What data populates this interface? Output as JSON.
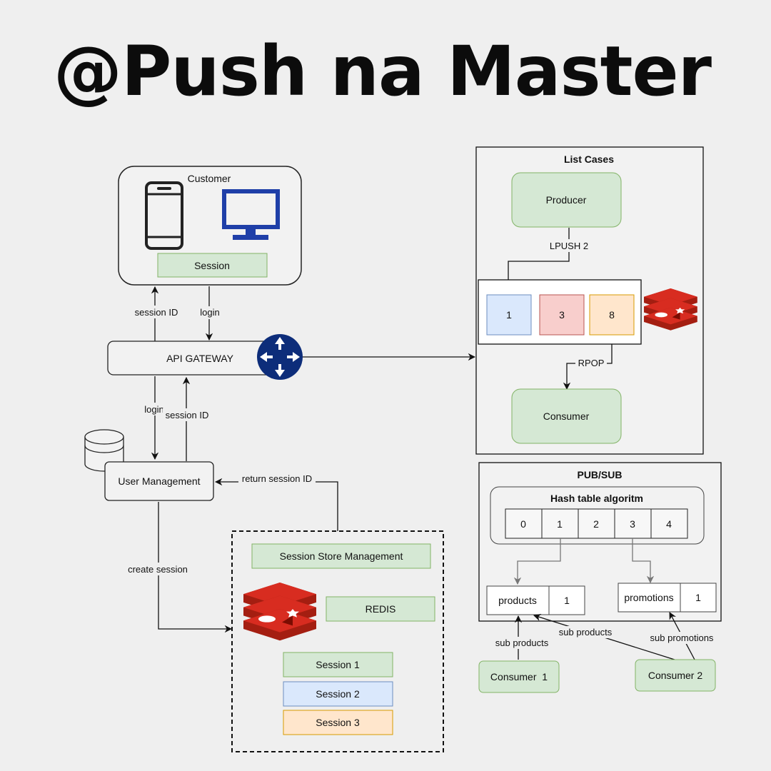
{
  "title": "@Push na Master",
  "customer": {
    "label": "Customer",
    "session_label": "Session",
    "devices": [
      "phone-icon",
      "monitor-icon"
    ]
  },
  "arrows": {
    "session_id_up": "session ID",
    "login_down": "login",
    "login_to_um": "login",
    "session_id_from_um": "session ID",
    "return_session_id": "return session ID",
    "create_session": "create session"
  },
  "api_gateway": {
    "label": "API GATEWAY",
    "icon": "router-icon"
  },
  "user_management": {
    "label": "User Management",
    "icon": "database-icon"
  },
  "session_store": {
    "title": "Session Store Management",
    "redis_label": "REDIS",
    "icon": "redis-icon",
    "sessions": [
      "Session 1",
      "Session 2",
      "Session 3"
    ]
  },
  "list_cases": {
    "title": "List Cases",
    "producer": "Producer",
    "push_cmd": "LPUSH 2",
    "items": [
      "1",
      "3",
      "8"
    ],
    "pop_cmd": "RPOP",
    "consumer": "Consumer",
    "icon": "redis-icon"
  },
  "pubsub": {
    "title": "PUB/SUB",
    "hash_title": "Hash table algoritm",
    "slots": [
      "0",
      "1",
      "2",
      "3",
      "4"
    ],
    "channels": [
      {
        "name": "products",
        "count": "1"
      },
      {
        "name": "promotions",
        "count": "1"
      }
    ],
    "sub_labels": {
      "c1_products": "sub products",
      "c2_products": "sub products",
      "c2_promotions": "sub promotions"
    },
    "consumers": [
      "Consumer  1",
      "Consumer 2"
    ]
  },
  "colors": {
    "green_fill": "#d5e8d4",
    "green_stroke": "#82b366",
    "blue_fill": "#dae8fc",
    "blue_stroke": "#6c8ebf",
    "red_fill": "#f8cecc",
    "red_stroke": "#b85450",
    "orange_fill": "#ffe6cc",
    "orange_stroke": "#d79b00",
    "redis_red": "#c6302b",
    "router_blue": "#0d2d7a",
    "monitor_blue": "#1f3fa8"
  }
}
